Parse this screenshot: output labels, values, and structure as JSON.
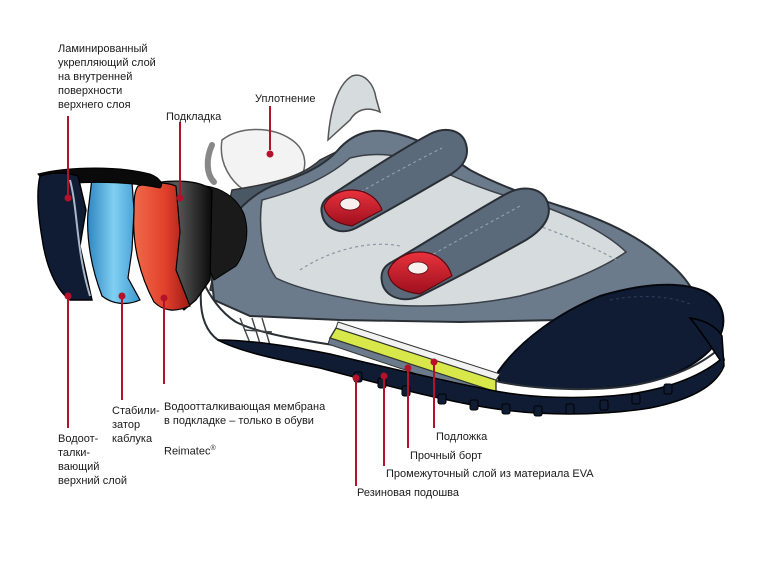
{
  "labels": {
    "laminated_layer": "Ламинированный\nукрепляющий слой\nна внутренней\nповерхности\nверхнего слоя",
    "lining": "Подкладка",
    "padding": "Уплотнение",
    "membrane": "Водоотталкивающая мембрана\nв подкладке – только в обуви",
    "membrane_brand": "Reimatec",
    "membrane_mark": "®",
    "heel_stabilizer": "Стабили-\nзатор\nкаблука",
    "upper_layer": "Водоот-\nталки-\nвающий\nверхний слой",
    "insole": "Подложка",
    "rand": "Прочный борт",
    "eva_layer": "Промежуточный слой из материала EVA",
    "rubber_sole": "Резиновая подошва"
  },
  "colors": {
    "accent_red": "#b3122a",
    "upper_grey": "#6b7b8c",
    "light_grey": "#d6dbde",
    "toe_navy": "#0f1c33",
    "stabilizer_blue": "#5ab4de",
    "membrane_red": "#e2412c",
    "eva_yellow": "#d8e84a"
  }
}
